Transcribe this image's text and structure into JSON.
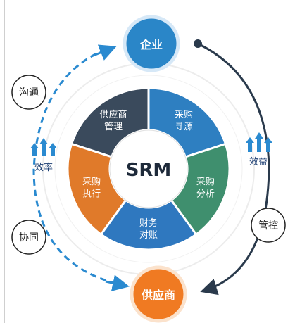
{
  "diagram": {
    "center_label": "SRM",
    "top_node": "企业",
    "bottom_node": "供应商",
    "segments": [
      {
        "line1": "供应商",
        "line2": "管理",
        "color": "#3a4a5c"
      },
      {
        "line1": "采购",
        "line2": "寻源",
        "color": "#2e7fc1"
      },
      {
        "line1": "采购",
        "line2": "分析",
        "color": "#3f8f6e"
      },
      {
        "line1": "财务",
        "line2": "对账",
        "color": "#2f78bf"
      },
      {
        "line1": "采购",
        "line2": "执行",
        "color": "#e07a2a"
      }
    ],
    "left_circles": [
      "沟通",
      "协同"
    ],
    "right_circle": "管控",
    "left_side_label": "效率",
    "right_side_label": "效益",
    "colors": {
      "top_node": "#2a86c8",
      "bottom_node": "#f07a22",
      "left_arrow": "#2a8ad0",
      "right_arrow": "#2a3a4c",
      "side_icon": "#2a8ad0",
      "ring": "#e6e6e6"
    }
  }
}
